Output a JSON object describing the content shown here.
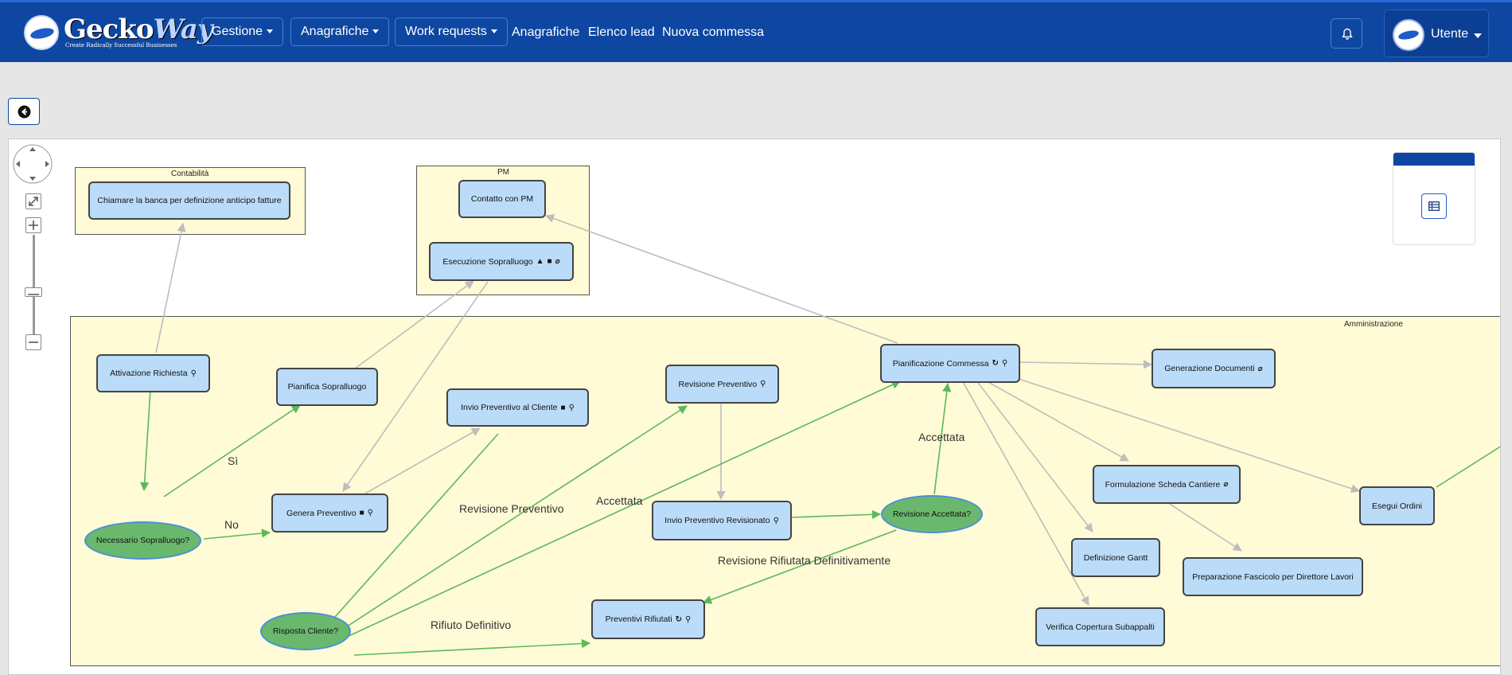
{
  "navbar": {
    "logo_text_a": "Gecko",
    "logo_text_b": "Way",
    "logo_tagline": "Create Radically Successful Businesses",
    "menus": [
      {
        "label": "Gestione"
      },
      {
        "label": "Anagrafiche"
      },
      {
        "label": "Work requests"
      }
    ],
    "links": [
      {
        "label": "Anagrafiche"
      },
      {
        "label": "Elenco lead"
      },
      {
        "label": "Nuova commessa"
      }
    ],
    "bell_icon": "bell-icon",
    "user_label": "Utente"
  },
  "back_icon": "arrow-left-circle-icon",
  "colors": {
    "navbar": "#0d47a1",
    "lane_fill": "#fffbd6",
    "task_fill": "#bbdcf8",
    "gateway_fill": "#6ab86d",
    "green_edge": "#5cb85c",
    "gray_edge": "#bdbdbd"
  },
  "diagram": {
    "lanes": {
      "contabilita": "Contabilità",
      "pm": "PM",
      "amministrazione": "Amministrazione"
    },
    "tasks": {
      "chiamare_banca": "Chiamare la banca per definizione anticipo fatture",
      "contatto_pm": "Contatto con PM",
      "esecuzione_sopralluogo": "Esecuzione Sopralluogo",
      "attivazione_richiesta": "Attivazione Richiesta",
      "pianifica_sopralluogo": "Pianifica Sopralluogo",
      "invio_preventivo": "Invio Preventivo al Cliente",
      "revisione_preventivo": "Revisione Preventivo",
      "pianificazione_commessa": "Pianificazione Commessa",
      "generazione_documenti": "Generazione Documenti",
      "genera_preventivo": "Genera Preventivo",
      "invio_revisionato": "Invio Preventivo Revisionato",
      "formulazione_scheda": "Formulazione Scheda Cantiere",
      "esegui_ordini": "Esegui Ordini",
      "definizione_gantt": "Definizione Gantt",
      "preparazione_fascicolo": "Preparazione Fascicolo per Direttore Lavori",
      "preventivi_rifiutati": "Preventivi Rifiutati",
      "verifica_copertura": "Verifica Copertura Subappalti"
    },
    "gateways": {
      "necessario_sopralluogo": "Necessario Sopralluogo?",
      "risposta_cliente": "Risposta Cliente?",
      "revisione_accettata": "Revisione Accettata?"
    },
    "edge_labels": {
      "si": "Sì",
      "no": "No",
      "revisione_preventivo": "Revisione Preventivo",
      "accettata_1": "Accettata",
      "accettata_2": "Accettata",
      "revisione_rifiutata": "Revisione Rifiutata Definitivamente",
      "rifiuto_definitivo": "Rifiuto Definitivo"
    }
  }
}
